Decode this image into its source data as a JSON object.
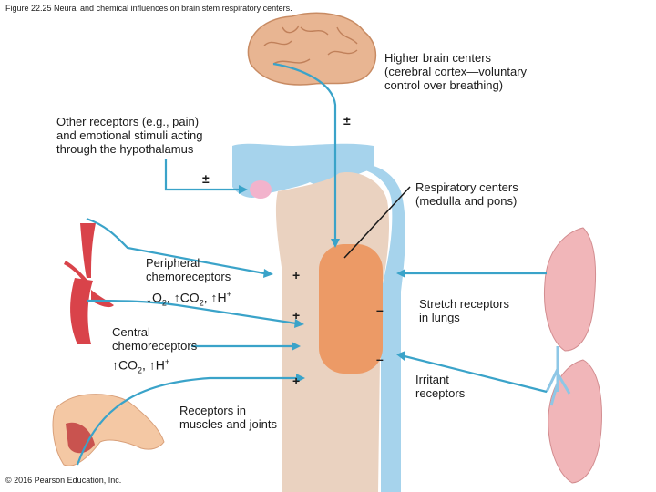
{
  "figure_title": "Figure 22.25 Neural and chemical influences on brain stem respiratory centers.",
  "copyright": "© 2016 Pearson Education, Inc.",
  "labels": {
    "higher_brain": "Higher brain centers\n(cerebral cortex—voluntary\ncontrol over breathing)",
    "other_receptors": "Other receptors (e.g., pain)\nand emotional stimuli acting\nthrough the hypothalamus",
    "respiratory_centers": "Respiratory centers\n(medulla and pons)",
    "peripheral": "Peripheral\nchemoreceptors",
    "central": "Central\nchemoreceptors",
    "stretch": "Stretch receptors\nin lungs",
    "irritant": "Irritant\nreceptors",
    "muscles": "Receptors in\nmuscles and joints"
  },
  "signs": {
    "higher": "±",
    "hypothalamus": "±",
    "peripheral_1": "+",
    "peripheral_2": "+",
    "muscles": "+",
    "stretch": "–",
    "irritant": "–"
  },
  "chemistry": {
    "peripheral": {
      "down_arrow": "↓",
      "up_arrow": "↑",
      "o": "O",
      "o_sub": "2",
      "co": "CO",
      "co_sub": "2",
      "h": "H",
      "h_sup": "+"
    },
    "central": {
      "up_arrow": "↑",
      "co": "CO",
      "co_sub": "2",
      "h": "H",
      "h_sup": "+"
    }
  },
  "colors": {
    "nerve_line": "#3aa3c9",
    "brain": "#e8b592",
    "csf": "#a6d3ec",
    "brainstem": "#ead2c0",
    "respiratory_center": "#ec9a66",
    "hypothalamus": "#f2b3cc",
    "lung": "#f1b6b9",
    "artery": "#d9434a",
    "limb": "#f4c8a4"
  }
}
